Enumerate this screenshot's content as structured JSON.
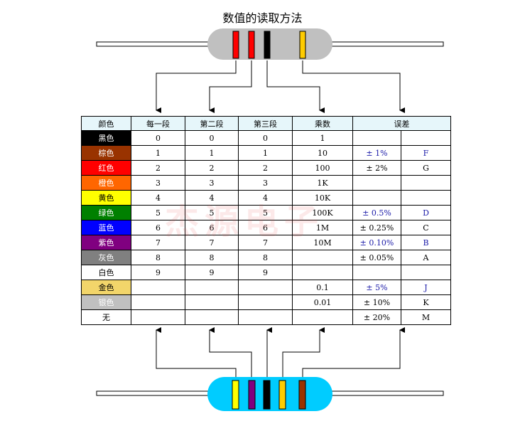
{
  "title": "数值的读取方法",
  "watermark": "杰源电子",
  "headers": [
    "颜色",
    "每一段",
    "第二段",
    "第三段",
    "乘数",
    "误差"
  ],
  "rows": [
    {
      "name": "黑色",
      "bg": "#000000",
      "fg": "#ffffff",
      "d1": "0",
      "d2": "0",
      "d3": "0",
      "mult": "1",
      "tol": "",
      "code": "",
      "blue": false
    },
    {
      "name": "棕色",
      "bg": "#993300",
      "fg": "#ffffff",
      "d1": "1",
      "d2": "1",
      "d3": "1",
      "mult": "10",
      "tol": "± 1%",
      "code": "F",
      "blue": true
    },
    {
      "name": "红色",
      "bg": "#ff0000",
      "fg": "#ffffff",
      "d1": "2",
      "d2": "2",
      "d3": "2",
      "mult": "100",
      "tol": "± 2%",
      "code": "G",
      "blue": false
    },
    {
      "name": "橙色",
      "bg": "#ff6600",
      "fg": "#ffffff",
      "d1": "3",
      "d2": "3",
      "d3": "3",
      "mult": "1K",
      "tol": "",
      "code": "",
      "blue": false
    },
    {
      "name": "黄色",
      "bg": "#ffff00",
      "fg": "#000000",
      "d1": "4",
      "d2": "4",
      "d3": "4",
      "mult": "10K",
      "tol": "",
      "code": "",
      "blue": false
    },
    {
      "name": "绿色",
      "bg": "#008000",
      "fg": "#ffffff",
      "d1": "5",
      "d2": "5",
      "d3": "5",
      "mult": "100K",
      "tol": "± 0.5%",
      "code": "D",
      "blue": true
    },
    {
      "name": "蓝色",
      "bg": "#0000ff",
      "fg": "#ffffff",
      "d1": "6",
      "d2": "6",
      "d3": "6",
      "mult": "1M",
      "tol": "± 0.25%",
      "code": "C",
      "blue": false
    },
    {
      "name": "紫色",
      "bg": "#800080",
      "fg": "#ffffff",
      "d1": "7",
      "d2": "7",
      "d3": "7",
      "mult": "10M",
      "tol": "± 0.10%",
      "code": "B",
      "blue": true
    },
    {
      "name": "灰色",
      "bg": "#808080",
      "fg": "#ffffff",
      "d1": "8",
      "d2": "8",
      "d3": "8",
      "mult": "",
      "tol": "± 0.05%",
      "code": "A",
      "blue": false
    },
    {
      "name": "白色",
      "bg": "#ffffff",
      "fg": "#000000",
      "d1": "9",
      "d2": "9",
      "d3": "9",
      "mult": "",
      "tol": "",
      "code": "",
      "blue": false
    },
    {
      "name": "金色",
      "bg": "#f2d56a",
      "fg": "#000000",
      "d1": "",
      "d2": "",
      "d3": "",
      "mult": "0.1",
      "tol": "± 5%",
      "code": "J",
      "blue": true
    },
    {
      "name": "银色",
      "bg": "#c0c0c0",
      "fg": "#ffffff",
      "d1": "",
      "d2": "",
      "d3": "",
      "mult": "0.01",
      "tol": "± 10%",
      "code": "K",
      "blue": false
    },
    {
      "name": "无",
      "bg": "#ffffff",
      "fg": "#000000",
      "d1": "",
      "d2": "",
      "d3": "",
      "mult": "",
      "tol": "± 20%",
      "code": "M",
      "blue": false
    }
  ],
  "top_resistor": {
    "body_color": "#c0c0c0",
    "bands": [
      "#ff0000",
      "#ff0000",
      "#000000",
      "#ffcc00"
    ]
  },
  "bottom_resistor": {
    "body_color": "#00ccff",
    "bands": [
      "#ffff00",
      "#800080",
      "#000000",
      "#ffcc00",
      "#993300"
    ]
  }
}
